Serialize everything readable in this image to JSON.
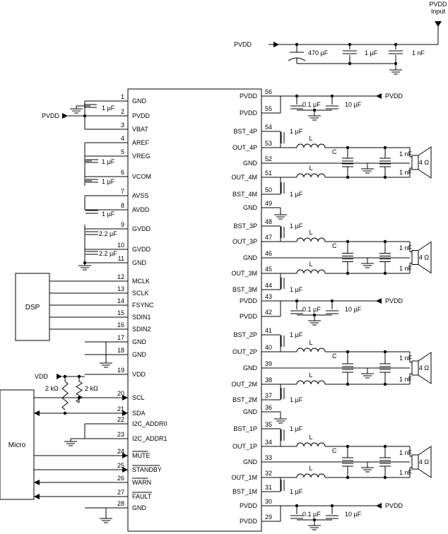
{
  "power_input": {
    "label": "PVDD\nInput",
    "net": "PVDD",
    "caps": [
      "470 µF",
      "1 µF",
      "1 nF"
    ]
  },
  "chip": {
    "left_pins": [
      {
        "num": "1",
        "name": "GND"
      },
      {
        "num": "2",
        "name": "PVDD"
      },
      {
        "num": "3",
        "name": "VBAT"
      },
      {
        "num": "4",
        "name": "AREF"
      },
      {
        "num": "5",
        "name": "VREG"
      },
      {
        "num": "6",
        "name": "VCOM"
      },
      {
        "num": "7",
        "name": "AVSS"
      },
      {
        "num": "8",
        "name": "AVDD"
      },
      {
        "num": "9",
        "name": "GVDD"
      },
      {
        "num": "10",
        "name": "GVDD"
      },
      {
        "num": "11",
        "name": "GND"
      },
      {
        "num": "12",
        "name": "MCLK"
      },
      {
        "num": "13",
        "name": "SCLK"
      },
      {
        "num": "14",
        "name": "FSYNC"
      },
      {
        "num": "15",
        "name": "SDIN1"
      },
      {
        "num": "16",
        "name": "SDIN2"
      },
      {
        "num": "17",
        "name": "GND"
      },
      {
        "num": "18",
        "name": "GND"
      },
      {
        "num": "19",
        "name": "VDD"
      },
      {
        "num": "20",
        "name": "SCL"
      },
      {
        "num": "21",
        "name": "SDA"
      },
      {
        "num": "22",
        "name": "I2C_ADDR0"
      },
      {
        "num": "23",
        "name": "I2C_ADDR1"
      },
      {
        "num": "24",
        "name": "MUTE"
      },
      {
        "num": "25",
        "name": "STANDBY"
      },
      {
        "num": "26",
        "name": "WARN"
      },
      {
        "num": "27",
        "name": "FAULT"
      },
      {
        "num": "28",
        "name": "GND"
      }
    ],
    "right_pins": [
      {
        "num": "56",
        "name": "PVDD"
      },
      {
        "num": "55",
        "name": "PVDD"
      },
      {
        "num": "54",
        "name": "BST_4P"
      },
      {
        "num": "53",
        "name": "OUT_4P"
      },
      {
        "num": "52",
        "name": "GND"
      },
      {
        "num": "51",
        "name": "OUT_4M"
      },
      {
        "num": "50",
        "name": "BST_4M"
      },
      {
        "num": "49",
        "name": "GND"
      },
      {
        "num": "48",
        "name": "BST_3P"
      },
      {
        "num": "47",
        "name": "OUT_3P"
      },
      {
        "num": "46",
        "name": "GND"
      },
      {
        "num": "45",
        "name": "OUT_3M"
      },
      {
        "num": "44",
        "name": "BST_3M"
      },
      {
        "num": "43",
        "name": "PVDD"
      },
      {
        "num": "42",
        "name": "PVDD"
      },
      {
        "num": "41",
        "name": "BST_2P"
      },
      {
        "num": "40",
        "name": "OUT_2P"
      },
      {
        "num": "39",
        "name": "GND"
      },
      {
        "num": "38",
        "name": "OUT_2M"
      },
      {
        "num": "37",
        "name": "BST_2M"
      },
      {
        "num": "36",
        "name": "GND"
      },
      {
        "num": "35",
        "name": "BST_1P"
      },
      {
        "num": "34",
        "name": "OUT_1P"
      },
      {
        "num": "33",
        "name": "GND"
      },
      {
        "num": "32",
        "name": "OUT_1M"
      },
      {
        "num": "31",
        "name": "BST_1M"
      },
      {
        "num": "30",
        "name": "PVDD"
      },
      {
        "num": "29",
        "name": "PVDD"
      }
    ]
  },
  "left_parts": {
    "pvdd_net": "PVDD",
    "cap_pin1": "1 µF",
    "cap_vreg": "1 µF",
    "cap_vcom": "1 µF",
    "cap_avdd": "1 µF",
    "cap_gvdd9": "2.2 µF",
    "cap_gvdd10": "2.2 µF",
    "dsp": "DSP",
    "micro": "Micro",
    "vdd": "VDD",
    "r1": "2 kΩ",
    "r2": "2 kΩ"
  },
  "channels": [
    {
      "pvdd": "PVDD",
      "cap_a": "0.1 µF",
      "cap_b": "10 µF",
      "bst_p": "1 µF",
      "bst_m": "1 µF",
      "inductor": "L",
      "cap_c": "C",
      "snub": "1 nF",
      "speaker": "4 Ω"
    },
    {
      "pvdd": "",
      "cap_a": "",
      "cap_b": "",
      "bst_p": "1 µF",
      "bst_m": "1 µF",
      "inductor": "L",
      "cap_c": "C",
      "snub": "1 nF",
      "speaker": "4 Ω"
    },
    {
      "pvdd": "PVDD",
      "cap_a": "0.1 µF",
      "cap_b": "10 µF",
      "bst_p": "1 µF",
      "bst_m": "1 µF",
      "inductor": "L",
      "cap_c": "C",
      "snub": "1 nF",
      "speaker": "4 Ω"
    },
    {
      "pvdd": "",
      "cap_a": "",
      "cap_b": "",
      "bst_p": "1 µF",
      "bst_m": "1 µF",
      "inductor": "L",
      "cap_c": "C",
      "snub": "1 nF",
      "speaker": "4 Ω"
    }
  ],
  "bottom_pvdd": {
    "pvdd": "PVDD",
    "cap_a": "0.1 µF",
    "cap_b": "10 µF"
  }
}
